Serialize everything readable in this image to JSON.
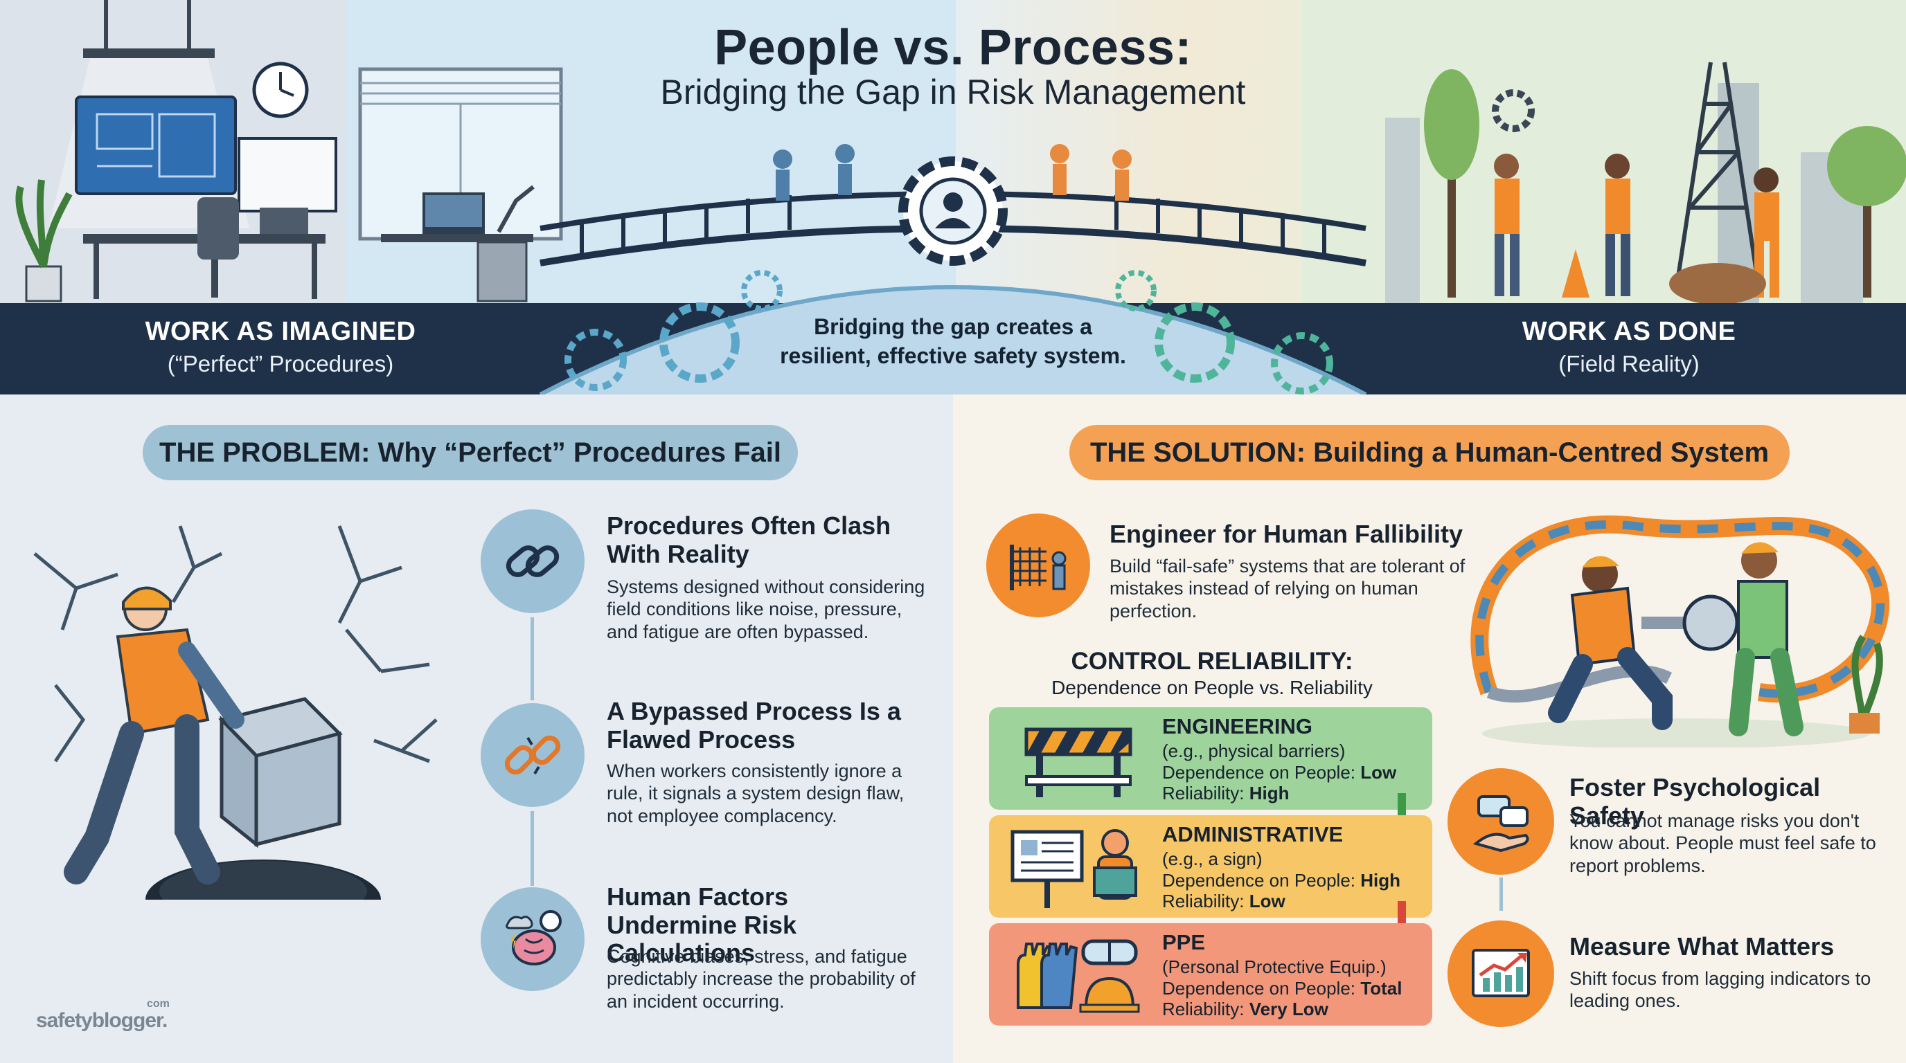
{
  "header": {
    "title": "People vs. Process:",
    "subtitle": "Bridging the Gap in Risk Management"
  },
  "hero": {
    "left_label": "WORK AS IMAGINED",
    "left_sublabel": "(“Perfect” Procedures)",
    "right_label": "WORK AS DONE",
    "right_sublabel": "(Field Reality)",
    "center_caption": "Bridging the gap creates a resilient, effective safety system."
  },
  "problem": {
    "heading": "THE PROBLEM: Why “Perfect” Procedures Fail",
    "items": [
      {
        "title": "Procedures Often Clash With Reality",
        "body": "Systems designed without considering field conditions like noise, pressure, and fatigue are often bypassed.",
        "icon": "chain-link-icon"
      },
      {
        "title": "A Bypassed Process Is a Flawed Process",
        "body": "When workers consistently ignore a rule, it signals a system design flaw, not employee complacency.",
        "icon": "broken-link-icon"
      },
      {
        "title": "Human Factors Undermine Risk Calculations",
        "body": "Cognitive biases, stress, and fatigue predictably increase the probability of an incident occurring.",
        "icon": "brain-stress-icon"
      }
    ]
  },
  "solution": {
    "heading": "THE SOLUTION: Building a Human-Centred System",
    "engineer": {
      "title": "Engineer for Human Fallibility",
      "body": "Build “fail-safe” systems that are tolerant of mistakes instead of relying on human perfection."
    },
    "control": {
      "title": "CONTROL RELIABILITY:",
      "subtitle": "Dependence on People vs. Reliability",
      "dep_label": "Dependence on People:",
      "rel_label": "Reliability:",
      "levels": [
        {
          "name": "ENGINEERING",
          "example": "(e.g., physical barriers)",
          "dependence": "Low",
          "reliability": "High",
          "color": "#9ed39b"
        },
        {
          "name": "ADMINISTRATIVE",
          "example": "(e.g., a sign)",
          "dependence": "High",
          "reliability": "Low",
          "color": "#f6c667"
        },
        {
          "name": "PPE",
          "example": "(Personal Protective Equip.)",
          "dependence": "Total",
          "reliability": "Very Low",
          "color": "#f3977a"
        }
      ]
    },
    "psych": {
      "title": "Foster Psychological Safety",
      "body": "You cannot manage risks you don't know about. People must feel safe to report problems."
    },
    "measure": {
      "title": "Measure What Matters",
      "body": "Shift focus from lagging indicators to leading ones."
    }
  },
  "logo": {
    "text": "safetyblogger.",
    "suffix": "com"
  },
  "colors": {
    "navy": "#1e3149",
    "blue": "#9cc0d6",
    "orange": "#f28c2e",
    "green": "#9ed39b",
    "amber": "#f6c667",
    "salmon": "#f3977a"
  }
}
